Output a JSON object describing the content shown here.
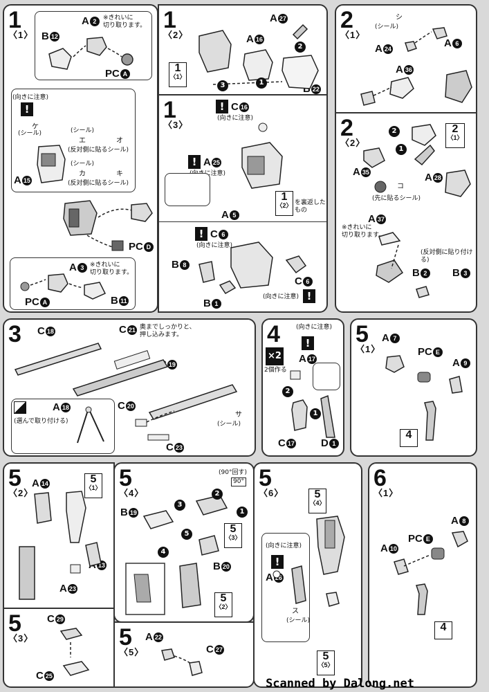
{
  "steps": {
    "s1_1": {
      "num": "1",
      "sub": "〈1〉",
      "parts": {
        "a2": "A",
        "b12": "B",
        "pca": "PC",
        "a15": "A",
        "pcd": "PC",
        "a3": "A",
        "pca2": "PC",
        "b11": "B"
      },
      "circ": {
        "a2": "2",
        "b12": "12",
        "pca": "A",
        "a15": "15",
        "pcd": "D",
        "a3": "3",
        "pca2": "A",
        "b11": "11"
      },
      "note_cut": "※きれいに\n切り取ります。",
      "note_cut2": "※きれいに\n切り取ります。",
      "note_warn": "(向きに注意)",
      "seal": "(シール)",
      "seal_ke": "ケ",
      "seal_e": "エ",
      "seal_o": "オ",
      "seal_ka": "カ",
      "seal_ki": "キ",
      "note_rev": "(反対側に貼るシール)",
      "note_rev2": "(反対側に貼るシール)",
      "seal2": "(シール)",
      "seal3": "(シール)"
    },
    "s1_2": {
      "num": "1",
      "sub": "〈2〉",
      "parts": {
        "a16": "A",
        "a27": "A",
        "b22": "B"
      },
      "circ": {
        "a16": "16",
        "a27": "27",
        "b22": "22"
      },
      "ref_num": "1",
      "ref_sub": "〈1〉"
    },
    "s1_3": {
      "num": "1",
      "sub": "〈3〉",
      "parts": {
        "c16": "C",
        "a25": "A",
        "a5": "A",
        "c6": "C",
        "b8": "B",
        "b1": "B",
        "c6b": "C"
      },
      "circ": {
        "c16": "16",
        "a25": "25",
        "a5": "5",
        "c6": "6",
        "b8": "8",
        "b1": "1",
        "c6b": "6"
      },
      "note_warn1": "(向きに注意)",
      "note_warn2": "(向きに注意)",
      "note_warn3": "(向きに注意)",
      "note_warn4": "(向きに注意)",
      "ref_num": "1",
      "ref_sub": "〈2〉",
      "ref_note": "を裏返したもの"
    },
    "s2_1": {
      "num": "2",
      "sub": "〈1〉",
      "parts": {
        "a24": "A",
        "a6": "A",
        "a36": "A"
      },
      "circ": {
        "a24": "24",
        "a6": "6",
        "a36": "36"
      },
      "seal": "(シール)",
      "seal_shi": "シ"
    },
    "s2_2": {
      "num": "2",
      "sub": "〈2〉",
      "parts": {
        "a35": "A",
        "a28": "A",
        "a37": "A",
        "b2": "B",
        "b3": "B"
      },
      "circ": {
        "a35": "35",
        "a28": "28",
        "a37": "37",
        "b2": "2",
        "b3": "3"
      },
      "seal_ko": "コ",
      "note_first": "(先に貼るシール)",
      "note_cut": "※きれいに\n切り取ります。",
      "note_rev": "(反対側に貼り付ける)",
      "ref_num": "2",
      "ref_sub": "〈1〉"
    },
    "s3": {
      "num": "3",
      "parts": {
        "c18": "C",
        "c21": "C",
        "c19": "C",
        "a18": "A",
        "c20": "C",
        "c23": "C"
      },
      "circ": {
        "c18": "18",
        "c21": "21",
        "c19": "19",
        "a18": "18",
        "c20": "20",
        "c23": "23"
      },
      "note_push": "奥までしっかりと、\n押し込みます。",
      "note_fold": "(選んで取り付ける)",
      "seal": "(シール)",
      "seal_sa": "サ"
    },
    "s4": {
      "num": "4",
      "parts": {
        "a17": "A",
        "c17": "C",
        "d1": "D"
      },
      "circ": {
        "a17": "17",
        "c17": "17",
        "d1": "1"
      },
      "note_warn": "(向きに注意)",
      "x2": "×2",
      "x2_note": "2個作る"
    },
    "s5_1": {
      "num": "5",
      "sub": "〈1〉",
      "parts": {
        "a7": "A",
        "pce": "PC",
        "a9": "A"
      },
      "circ": {
        "a7": "7",
        "pce": "E",
        "a9": "9"
      },
      "ref_num": "4"
    },
    "s5_2": {
      "num": "5",
      "sub": "〈2〉",
      "parts": {
        "a14": "A",
        "a13": "A",
        "a23": "A"
      },
      "circ": {
        "a14": "14",
        "a13": "13",
        "a23": "23"
      },
      "ref_num": "5",
      "ref_sub": "〈1〉"
    },
    "s5_3": {
      "num": "5",
      "sub": "〈3〉",
      "parts": {
        "c29": "C",
        "c25": "C"
      },
      "circ": {
        "c29": "29",
        "c25": "25"
      }
    },
    "s5_4": {
      "num": "5",
      "sub": "〈4〉",
      "parts": {
        "b19": "B",
        "b20": "B"
      },
      "circ": {
        "b19": "19",
        "b20": "20"
      },
      "note_rot": "(90°回す)",
      "rot": "90°",
      "ref_num": "5",
      "ref_sub": "〈3〉",
      "ref2_num": "5",
      "ref2_sub": "〈2〉"
    },
    "s5_5": {
      "num": "5",
      "sub": "〈5〉",
      "parts": {
        "a22": "A",
        "c27": "C"
      },
      "circ": {
        "a22": "22",
        "c27": "27"
      }
    },
    "s5_6": {
      "num": "5",
      "sub": "〈6〉",
      "parts": {
        "a26": "A"
      },
      "circ": {
        "a26": "26"
      },
      "note_warn": "(向きに注意)",
      "seal": "(シール)",
      "seal_su": "ス",
      "ref_num": "5",
      "ref_sub": "〈4〉",
      "ref2_num": "5",
      "ref2_sub": "〈5〉"
    },
    "s6_1": {
      "num": "6",
      "sub": "〈1〉",
      "parts": {
        "a8": "A",
        "a10": "A",
        "pce": "PC"
      },
      "circ": {
        "a8": "8",
        "a10": "10",
        "pce": "E"
      },
      "ref_num": "4"
    }
  },
  "footer": "Scanned by Dalong.net"
}
